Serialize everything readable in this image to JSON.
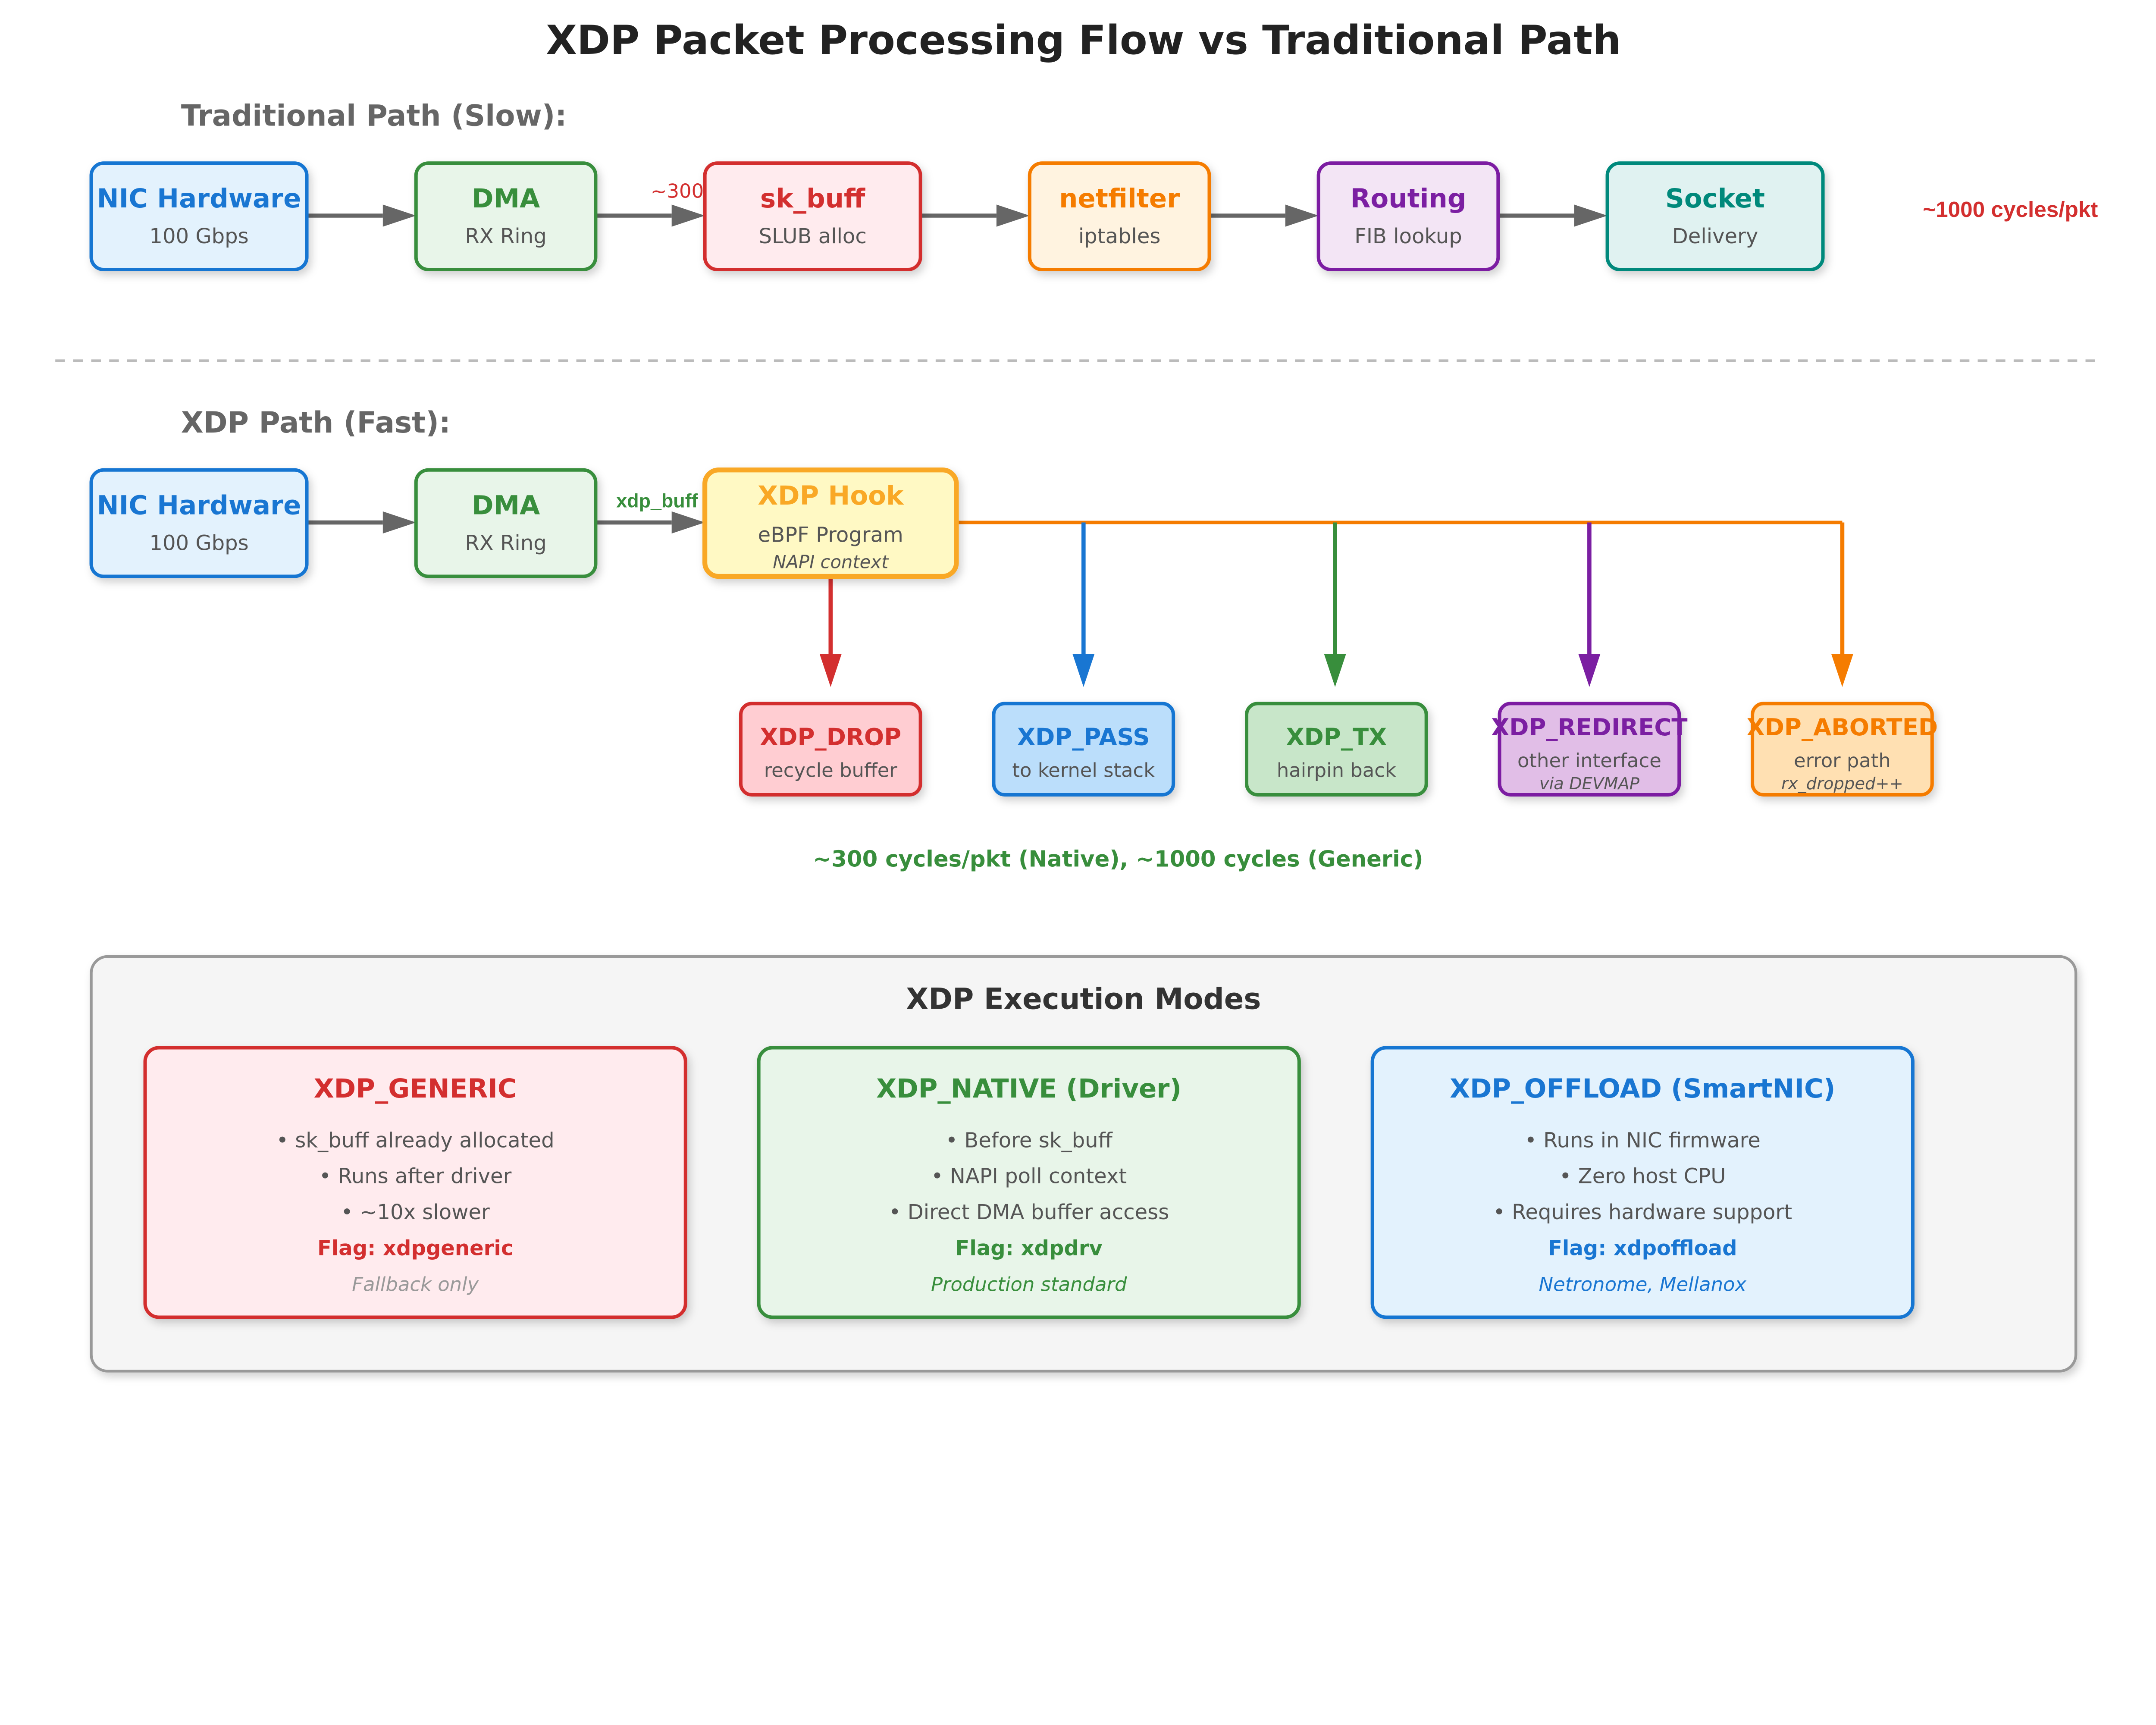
{
  "title": "XDP Packet Processing Flow vs Traditional Path",
  "traditional": {
    "label": "Traditional Path (Slow):",
    "boxes": [
      {
        "title": "NIC Hardware",
        "sub": "100 Gbps",
        "color": "#1976d2",
        "fill": "#e3f2fd"
      },
      {
        "title": "DMA",
        "sub": "RX Ring",
        "color": "#388e3c",
        "fill": "#e8f5e9"
      },
      {
        "title": "sk_buff",
        "sub": "SLUB alloc",
        "color": "#d32f2f",
        "fill": "#ffebee"
      },
      {
        "title": "netfilter",
        "sub": "iptables",
        "color": "#f57c00",
        "fill": "#fff3e0"
      },
      {
        "title": "Routing",
        "sub": "FIB lookup",
        "color": "#7b1fa2",
        "fill": "#f3e5f5"
      },
      {
        "title": "Socket",
        "sub": "Delivery",
        "color": "#00897b",
        "fill": "#e0f2f1"
      }
    ],
    "arrow_label": "~300",
    "cost": "~1000 cycles/pkt"
  },
  "xdp": {
    "label": "XDP Path (Fast):",
    "boxes": [
      {
        "title": "NIC Hardware",
        "sub": "100 Gbps",
        "color": "#1976d2",
        "fill": "#e3f2fd"
      },
      {
        "title": "DMA",
        "sub": "RX Ring",
        "color": "#388e3c",
        "fill": "#e8f5e9"
      }
    ],
    "arrow_label": "xdp_buff",
    "hook": {
      "title": "XDP Hook",
      "sub": "eBPF Program",
      "note": "NAPI context",
      "color": "#f9a825",
      "fill": "#fff9c4"
    },
    "actions": [
      {
        "title": "XDP_DROP",
        "sub": "recycle buffer",
        "note": "",
        "color": "#d32f2f",
        "fill": "#ffcdd2"
      },
      {
        "title": "XDP_PASS",
        "sub": "to kernel stack",
        "note": "",
        "color": "#1976d2",
        "fill": "#bbdefb"
      },
      {
        "title": "XDP_TX",
        "sub": "hairpin back",
        "note": "",
        "color": "#388e3c",
        "fill": "#c8e6c9"
      },
      {
        "title": "XDP_REDIRECT",
        "sub": "other interface",
        "note": "via DEVMAP",
        "color": "#7b1fa2",
        "fill": "#e1bee7"
      },
      {
        "title": "XDP_ABORTED",
        "sub": "error path",
        "note": "rx_dropped++",
        "color": "#f57c00",
        "fill": "#ffe0b2"
      }
    ],
    "cost": "~300 cycles/pkt (Native), ~1000 cycles (Generic)"
  },
  "modes": {
    "title": "XDP Execution Modes",
    "cards": [
      {
        "title": "XDP_GENERIC",
        "bullets": [
          "• sk_buff already allocated",
          "• Runs after driver",
          "• ~10x slower"
        ],
        "flag": "Flag: xdpgeneric",
        "note": "Fallback only",
        "color": "#d32f2f",
        "fill": "#ffebee",
        "note_color": "#999999"
      },
      {
        "title": "XDP_NATIVE (Driver)",
        "bullets": [
          "• Before sk_buff",
          "• NAPI poll context",
          "• Direct DMA buffer access"
        ],
        "flag": "Flag: xdpdrv",
        "note": "Production standard",
        "color": "#388e3c",
        "fill": "#e8f5e9",
        "note_color": "#388e3c"
      },
      {
        "title": "XDP_OFFLOAD (SmartNIC)",
        "bullets": [
          "• Runs in NIC firmware",
          "• Zero host CPU",
          "• Requires hardware support"
        ],
        "flag": "Flag: xdpoffload",
        "note": "Netronome, Mellanox",
        "color": "#1976d2",
        "fill": "#e3f2fd",
        "note_color": "#1976d2"
      }
    ]
  }
}
